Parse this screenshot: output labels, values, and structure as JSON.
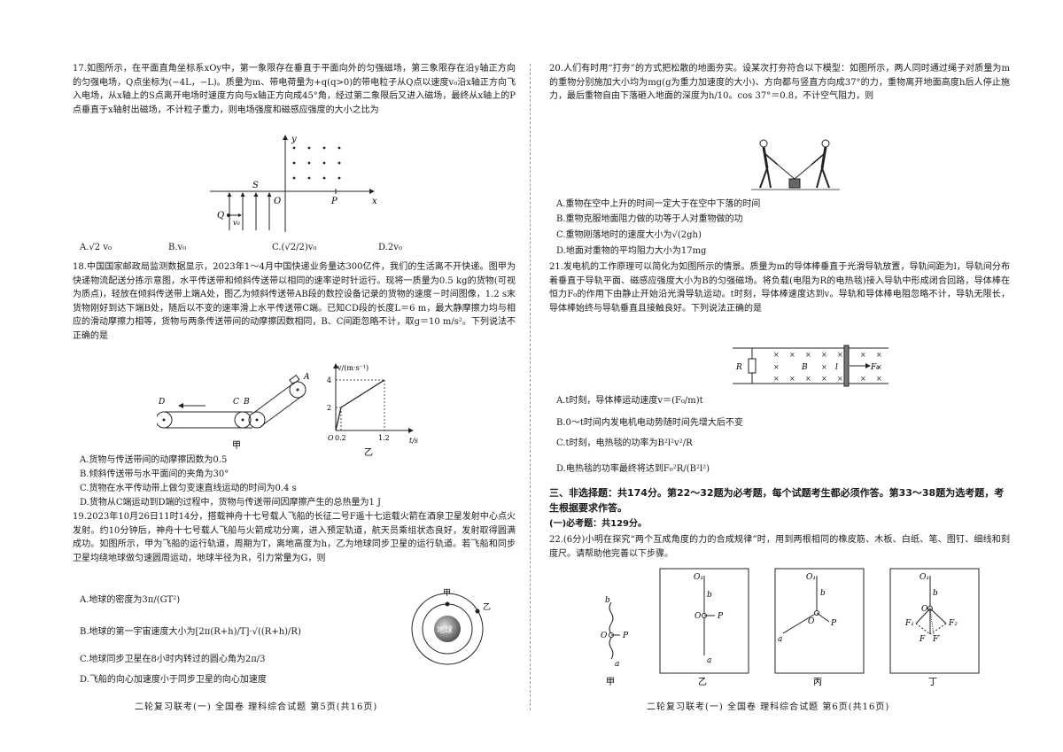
{
  "left": {
    "q17": {
      "stem": "17.如图所示，在平面直角坐标系xOy中，第一象限存在垂直于平面向外的匀强磁场，第三象限存在沿y轴正方向的匀强电场，Q点坐标为(−4L，−L)。质量为m、带电荷量为+q(q>0)的带电粒子从Q点以速度v₀沿x轴正方向飞入电场，从x轴上的S点离开电场时速度方向与x轴正方向成45°角，经过第二象限后又进入磁场，最终从x轴上的P点垂直于x轴射出磁场，不计粒子重力，则电场强度和磁感应强度的大小之比为",
      "options": [
        "A.√2 v₀",
        "B.v₀",
        "C.(√2/2)v₀",
        "D.2v₀"
      ],
      "fig": {
        "y": "y",
        "x": "x",
        "o": "O",
        "s": "S",
        "p": "P",
        "q": "Q",
        "v0": "v₀"
      }
    },
    "q18": {
      "stem": "18.中国国家邮政局监测数据显示，2023年1～4月中国快递业务量达300亿件，我们的生活离不开快递。图甲为快递物流配送分拣示意图，水平传送带和倾斜传送带以相同的速率逆时针运行。现将一质量为0.5 kg的货物(可视为质点)，轻放在倾斜传送带上端A处，图乙为倾斜传送带AB段的数控设备记录的货物的速度－时间图像，1.2 s末货物刚好到达下端B处，随后以不变的速率滑上水平传送带C端。已知CD段的长度L＝6 m，最大静摩擦力均与相应的滑动摩擦力相等，货物与两条传送带间的动摩擦因数相同，B、C间距忽略不计，取g＝10 m/s²。下列说法不正确的是",
      "options": [
        "A.货物与传送带间的动摩擦因数为0.5",
        "B.倾斜传送带与水平面间的夹角为30°",
        "C.货物在水平传动带上做匀变速直线运动的时间为0.4 s",
        "D.货物从C端运动到D端的过程中，货物与传送带间因摩擦产生的总热量为1 J"
      ],
      "fig_jia": {
        "a": "A",
        "b": "B",
        "c": "C",
        "d": "D",
        "caption": "甲"
      },
      "fig_yi": {
        "ylabel": "v/(m·s⁻¹)",
        "xlabel": "t/s",
        "y4": "4",
        "y2": "2",
        "x02": "0.2",
        "x12": "1.2",
        "o": "O",
        "caption": "乙"
      }
    },
    "q19": {
      "stem": "19.2023年10月26日11时14分，搭载神舟十七号载人飞船的长征二号F遥十七运载火箭在酒泉卫星发射中心点火发射。约10分钟后，神舟十七号载人飞船与火箭成功分离，进入预定轨道，航天员乘组状态良好，发射取得圆满成功。如图所示，甲为飞船的运行轨道，周期为T，离地高度为h，乙为地球同步卫星的运行轨道。若飞船和同步卫星均绕地球做匀速圆周运动，地球半径为R，引力常量为G，则",
      "options": [
        "A.地球的密度为3π/(GT²)",
        "B.地球的第一宇宙速度大小为[2π(R+h)/T]·√((R+h)/R)",
        "C.地球同步卫星在8小时内转过的圆心角为2π/3",
        "D.飞船的向心加速度小于同步卫星的向心加速度"
      ],
      "fig": {
        "earth": "地球",
        "jia": "甲",
        "yi": "乙"
      }
    },
    "footer": "二轮复习联考(一)  全国卷  理科综合试题  第5页(共16页)"
  },
  "right": {
    "q20": {
      "stem": "20.人们有时用“打夯”的方式把松散的地面夯实。设某次打夯符合以下模型：如图所示，两人同时通过绳子对质量为m的重物分别施加大小均为mg(g为重力加速度的大小)、方向都与竖直方向成37°的力，重物离开地面高度h后人停止施力，最后重物自由下落砸入地面的深度为h/10。cos 37°＝0.8，不计空气阻力，则",
      "options": [
        "A.重物在空中上升的时间一定大于在空中下落的时间",
        "B.重物克服地面阻力做的功等于人对重物做的功",
        "C.重物刚落地时的速度大小为√(2gh)",
        "D.地面对重物的平均阻力大小为17mg"
      ]
    },
    "q21": {
      "stem": "21.发电机的工作原理可以简化为如图所示的情景。质量为m的导体棒垂直于光滑导轨放置，导轨间距为l，导轨间分布着垂直于导轨平面、磁感应强度大小为B的匀强磁场。将负载(电阻为R的电热毯)接入导轨中形成闭合回路，导体棒在恒力F₀的作用下由静止开始沿光滑导轨运动。t时刻，导体棒速度达到v。导轨和导体棒电阻忽略不计，导轨无限长，导体棒始终与导轨垂直且接触良好。下列说法正确的是",
      "options": [
        "A.t时刻，导体棒运动速度v＝(F₀/m)t",
        "B.0～t时间内发电机电动势随时间先增大后不变",
        "C.t时刻，电热毯的功率为B²l²v²/R",
        "D.电热毯的功率最终将达到F₀²R/(B²l²)"
      ],
      "fig": {
        "r": "R",
        "b": "B",
        "l": "l",
        "f0": "F₀"
      }
    },
    "sec3": "三、非选择题：共174分。第22～32题为必考题，每个试题考生都必须作答。第33～38题为选考题，考生根据要求作答。",
    "sec3a": "(一)必考题：共129分。",
    "q22": {
      "stem": "22.(6分)小明在探究“两个互成角度的力的合成规律”时，用到两根相同的橡皮筋、木板、白纸、笔、图钉、细线和刻度尺。请帮助他完善以下步骤。",
      "captions": [
        "甲",
        "乙",
        "丙",
        "丁"
      ],
      "labels": {
        "o": "O",
        "o1": "O₁",
        "p": "P",
        "a": "a",
        "b": "b",
        "f": "F",
        "f1": "F₁",
        "f2": "F₂",
        "fp": "F′"
      }
    },
    "footer": "二轮复习联考(一)  全国卷  理科综合试题  第6页(共16页)"
  }
}
